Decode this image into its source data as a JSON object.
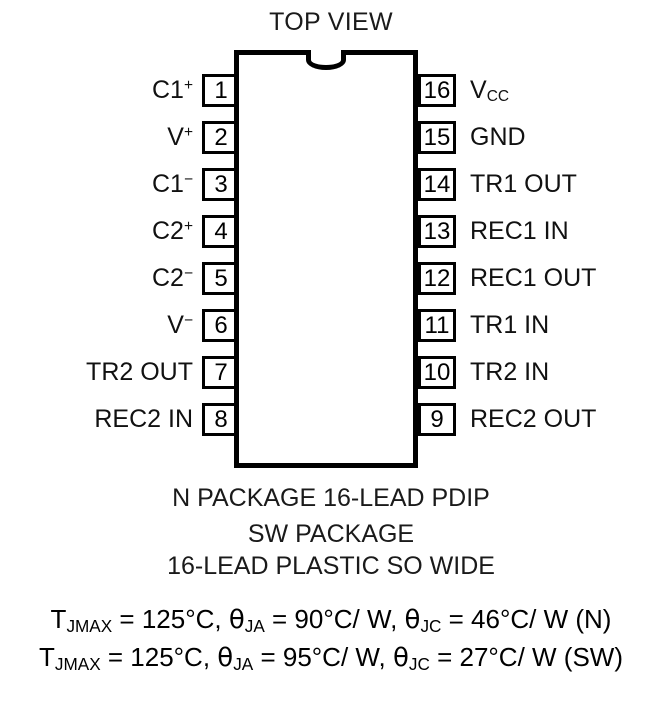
{
  "figure": {
    "title": "TOP VIEW",
    "package_lines": [
      "N PACKAGE 16-LEAD PDIP",
      "SW PACKAGE",
      "16-LEAD PLASTIC SO WIDE"
    ]
  },
  "pins": {
    "left": [
      {
        "number": "1",
        "label": "C1",
        "sup": "+",
        "sub": ""
      },
      {
        "number": "2",
        "label": "V",
        "sup": "+",
        "sub": ""
      },
      {
        "number": "3",
        "label": "C1",
        "sup": "−",
        "sub": ""
      },
      {
        "number": "4",
        "label": "C2",
        "sup": "+",
        "sub": ""
      },
      {
        "number": "5",
        "label": "C2",
        "sup": "−",
        "sub": ""
      },
      {
        "number": "6",
        "label": "V",
        "sup": "−",
        "sub": ""
      },
      {
        "number": "7",
        "label": "TR2 OUT",
        "sup": "",
        "sub": ""
      },
      {
        "number": "8",
        "label": "REC2 IN",
        "sup": "",
        "sub": ""
      }
    ],
    "right": [
      {
        "number": "16",
        "label": "V",
        "sup": "",
        "sub": "CC"
      },
      {
        "number": "15",
        "label": "GND",
        "sup": "",
        "sub": ""
      },
      {
        "number": "14",
        "label": "TR1 OUT",
        "sup": "",
        "sub": ""
      },
      {
        "number": "13",
        "label": "REC1 IN",
        "sup": "",
        "sub": ""
      },
      {
        "number": "12",
        "label": "REC1 OUT",
        "sup": "",
        "sub": ""
      },
      {
        "number": "11",
        "label": "TR1 IN",
        "sup": "",
        "sub": ""
      },
      {
        "number": "10",
        "label": "TR2 IN",
        "sup": "",
        "sub": ""
      },
      {
        "number": "9",
        "label": "REC2 OUT",
        "sup": "",
        "sub": ""
      }
    ]
  },
  "thermal": {
    "line1": {
      "t_symbol": "T",
      "t_sub": "JMAX",
      "t_value": " = 125°C, ",
      "theta_ja_symbol": "θ",
      "theta_ja_sub": "JA",
      "theta_ja_value": " = 90°C/ W, ",
      "theta_jc_symbol": "θ",
      "theta_jc_sub": "JC",
      "theta_jc_value": " = 46°C/ W (N)"
    },
    "line2": {
      "t_symbol": "T",
      "t_sub": "JMAX",
      "t_value": " = 125°C, ",
      "theta_ja_symbol": "θ",
      "theta_ja_sub": "JA",
      "theta_ja_value": " = 95°C/ W, ",
      "theta_jc_symbol": "θ",
      "theta_jc_sub": "JC",
      "theta_jc_value": " = 27°C/ W (SW)"
    }
  },
  "colors": {
    "ink": "#000000",
    "background": "#ffffff"
  }
}
